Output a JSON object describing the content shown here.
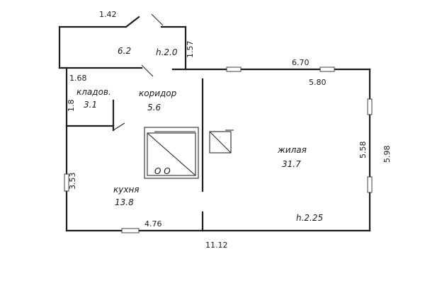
{
  "rooms": {
    "storage_top": {
      "area": "6.2",
      "height": "h.2.0"
    },
    "corridor": {
      "name": "коридор",
      "area": "5.6"
    },
    "closet": {
      "name": "кладов.",
      "area": "3.1"
    },
    "kitchen": {
      "name": "кухня",
      "area": "13.8"
    },
    "living": {
      "name": "жилая",
      "area": "31.7",
      "height": "h.2.25"
    }
  },
  "stove_label": "O O",
  "dimensions": {
    "top_left": "1.42",
    "top_vert": "1.57",
    "top_right": "6.70",
    "living_width": "5.80",
    "closet_width": "1.68",
    "closet_height": "1.8",
    "kitchen_height": "3.53",
    "kitchen_width": "4.76",
    "overall_width": "11.12",
    "right_outer": "5.98",
    "right_inner": "5.58"
  }
}
